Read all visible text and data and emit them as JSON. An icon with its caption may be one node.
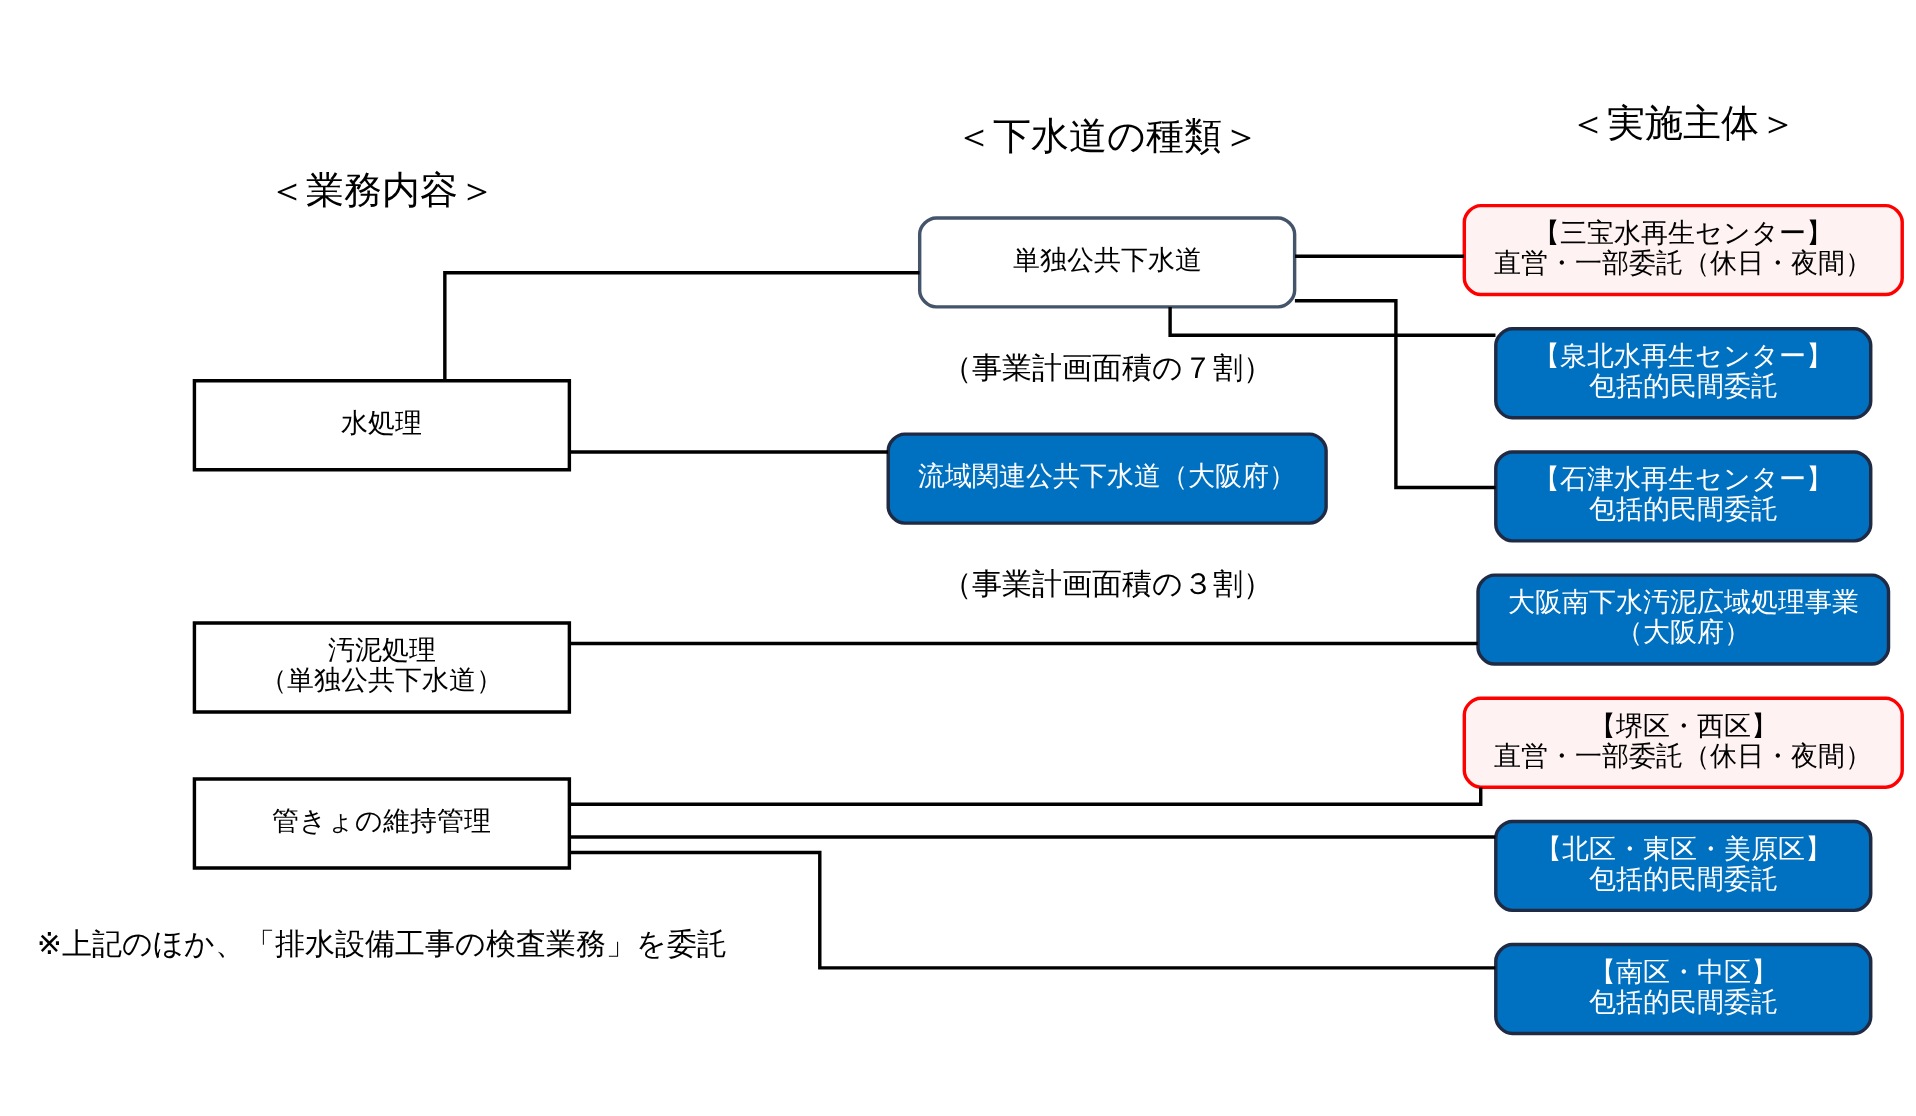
{
  "diagram": {
    "nodes": [
      {
        "text": [
          "水処理"
        ]
      },
      {
        "text": [
          "単独公共下水道"
        ],
        "beside": [
          "（事業計画面積の７割）"
        ]
      },
      {
        "text": [
          "流域関連公共下水道（大阪府）"
        ],
        "beside": [
          "（事業計画面積の３割）"
        ]
      },
      {
        "text": [
          "【三宝水再生センター】",
          "直営・一部委託（休日・夜間）"
        ]
      },
      {
        "text": [
          "【泉北水再生センター】",
          "包括的民間委託"
        ]
      },
      {
        "text": [
          "【石津水再生センター】",
          "包括的民間委託"
        ]
      },
      {
        "text": [
          "汚泥処理",
          "（単独公共下水道）"
        ]
      },
      {
        "text": [
          "大阪南下水汚泥広域処理事業",
          "（大阪府）"
        ]
      },
      {
        "text": [
          "管きょの維持管理"
        ]
      },
      {
        "text": [
          "【堺区・西区】",
          "直営・一部委託（休日・夜間）"
        ]
      },
      {
        "text": [
          "【北区・東区・美原区】",
          "包括的民間委託"
        ]
      },
      {
        "text": [
          "【南区・中区】",
          "包括的民間委託"
        ]
      }
    ],
    "edges": [
      {
        "from": 0,
        "to": 1,
        "arrow": "none"
      },
      {
        "from": 0,
        "to": 2,
        "arrow": "none"
      },
      {
        "from": 1,
        "to": 3,
        "arrow": "none"
      },
      {
        "from": 1,
        "to": 4,
        "arrow": "none"
      },
      {
        "from": 1,
        "to": 5,
        "arrow": "none"
      },
      {
        "from": 6,
        "to": 7,
        "arrow": "none"
      },
      {
        "from": 8,
        "to": 9,
        "arrow": "none"
      },
      {
        "from": 8,
        "to": 10,
        "arrow": "none"
      },
      {
        "from": 8,
        "to": 11,
        "arrow": "none"
      }
    ],
    "labels": [
      "＜業務内容＞",
      "＜下水道の種類＞",
      "＜実施主体＞",
      "※上記のほか、「排水設備工事の検査業務」を委託"
    ]
  }
}
